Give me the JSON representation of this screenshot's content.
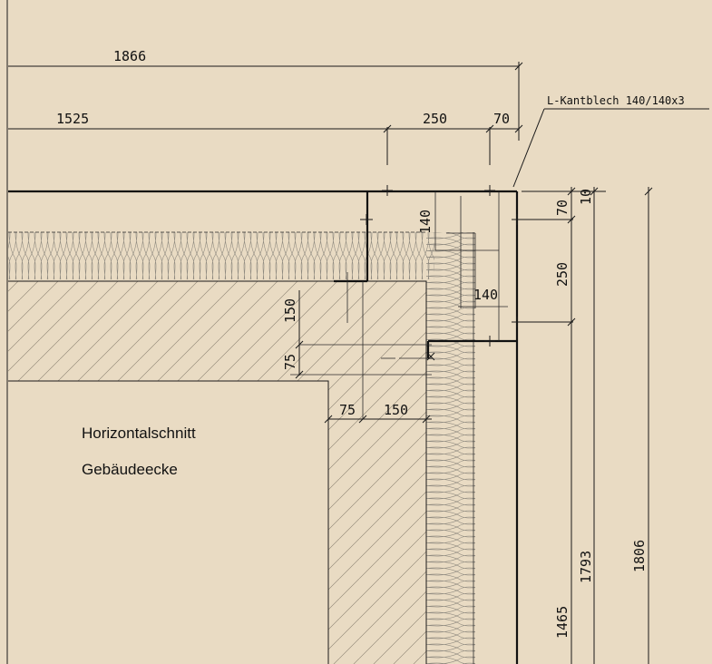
{
  "drawing": {
    "title_line1": "Horizontalschnitt",
    "title_line2": "Gebäudeecke",
    "label_kantblech": "L-Kantblech 140/140x3",
    "dims": {
      "d1866": "1866",
      "d1525": "1525",
      "d250_top": "250",
      "d70_top": "70",
      "d140_v": "140",
      "d140_h": "140",
      "d150_v": "150",
      "d75_v": "75",
      "d75_h": "75",
      "d150_h": "150",
      "d70_r": "70",
      "d10_r": "10",
      "d250_r": "250",
      "d1465": "1465",
      "d1793": "1793",
      "d1806": "1806"
    }
  },
  "colors": {
    "background": "#e9dbc3",
    "insulation": "#d8ccb6",
    "masonry": "#e2d3bb",
    "line": "#111111"
  }
}
